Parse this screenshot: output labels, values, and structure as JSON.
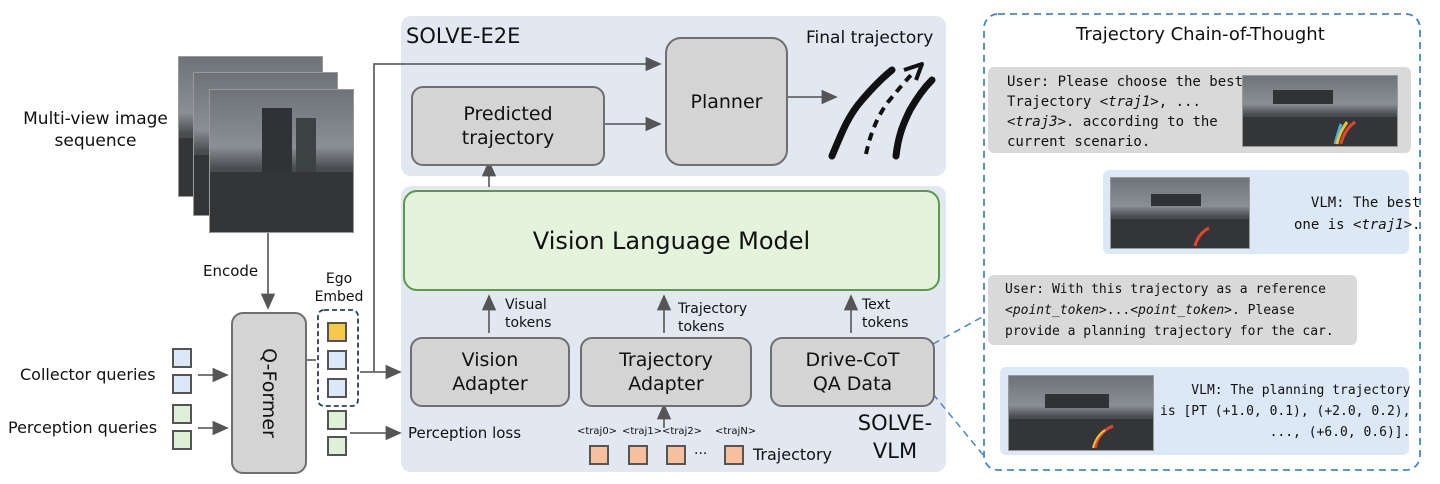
{
  "left": {
    "image_label": "Multi-view image\nsequence",
    "encode_label": "Encode",
    "ego_embed_label": "Ego\nEmbed",
    "collector_label": "Collector queries",
    "perception_label": "Perception queries",
    "qformer_label": "Q-Former"
  },
  "e2e": {
    "title": "SOLVE-E2E",
    "final_traj_label": "Final trajectory",
    "predicted_label": "Predicted\ntrajectory",
    "planner_label": "Planner"
  },
  "vlm": {
    "model_label": "Vision Language Model",
    "visual_tokens": "Visual\ntokens",
    "trajectory_tokens": "Trajectory\ntokens",
    "text_tokens": "Text\ntokens",
    "vision_adapter": "Vision\nAdapter",
    "trajectory_adapter": "Trajectory\nAdapter",
    "drive_cot": "Drive-CoT\nQA Data",
    "perception_loss": "Perception loss",
    "solve_vlm": "SOLVE-\nVLM",
    "traj_tokens": [
      "<traj0>",
      "<traj1>",
      "<traj2>",
      "<trajN>"
    ],
    "ellipsis": "···",
    "trajectory_label": "Trajectory"
  },
  "cot": {
    "title": "Trajectory Chain-of-Thought",
    "b1_a": "User: Please choose the best",
    "b1_b": "Trajectory ",
    "b1_c": "<traj1>",
    "b1_d": ", ...",
    "b1_e": "<traj3>",
    "b1_f": ". according to the",
    "b1_g": "current scenario.",
    "b2_a": "VLM: The best",
    "b2_b": "one is ",
    "b2_c": "<traj1>",
    "b2_d": ".",
    "b3_a": "User: With this trajectory as a reference",
    "b3_b": "<point_token>",
    "b3_c": "...",
    "b3_d": "<point_token>",
    "b3_e": ". Please",
    "b3_f": "provide a planning trajectory for the car.",
    "b4_a": "VLM: The planning trajectory",
    "b4_b": "is [PT (+1.0, 0.1), (+2.0, 0.2),",
    "b4_c": "..., (+6.0, 0.6)]."
  },
  "colors": {
    "panel_bg": "#e2e8f1",
    "vlm_fill": "#e4f3dc",
    "vlm_border": "#5a9a4a",
    "box_fill": "#d4d4d4",
    "dash_blue": "#4a86c5",
    "user_bubble": "#d9d9d9",
    "vlm_bubble": "#dce8f6"
  }
}
